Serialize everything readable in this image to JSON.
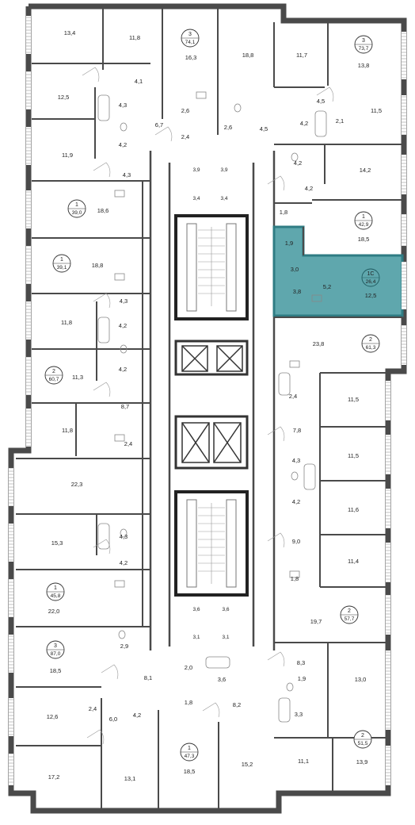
{
  "colors": {
    "wall": "#4a4a4a",
    "highlight": "#5fa7ad",
    "highlight_stroke": "#2f7c83",
    "badge_stroke": "#333333",
    "fixture": "#888888",
    "elevator": "#333333"
  },
  "icons": [
    "stair-icon",
    "elevator-icon",
    "door-swing-icon",
    "bathtub-icon",
    "sink-icon",
    "toilet-icon"
  ],
  "apartments": [
    {
      "rooms": "3",
      "area": "74,1"
    },
    {
      "rooms": "3",
      "area": "73,7"
    },
    {
      "rooms": "1",
      "area": "39,0"
    },
    {
      "rooms": "1",
      "area": "42,9"
    },
    {
      "rooms": "1",
      "area": "39,1"
    },
    {
      "rooms": "1С",
      "area": "26,4",
      "highlighted": true
    },
    {
      "rooms": "2",
      "area": "61,3"
    },
    {
      "rooms": "2",
      "area": "60,7"
    },
    {
      "rooms": "1",
      "area": "45,8"
    },
    {
      "rooms": "2",
      "area": "57,7"
    },
    {
      "rooms": "3",
      "area": "87,0"
    },
    {
      "rooms": "2",
      "area": "51,5"
    },
    {
      "rooms": "1",
      "area": "47,3"
    }
  ],
  "rooms": [
    "13,4",
    "11,8",
    "16,3",
    "18,8",
    "11,7",
    "13,8",
    "4,1",
    "12,5",
    "4,5",
    "11,5",
    "4,3",
    "2,6",
    "2,6",
    "4,2",
    "2,1",
    "6,7",
    "4,2",
    "2,4",
    "4,5",
    "11,9",
    "4,2",
    "14,2",
    "4,3",
    "3,9",
    "3,9",
    "4,2",
    "3,4",
    "3,4",
    "18,6",
    "1,8",
    "18,5",
    "1,9",
    "18,8",
    "3,0",
    "5,2",
    "12,5",
    "3,8",
    "4,3",
    "11,8",
    "4,2",
    "23,8",
    "4,2",
    "11,3",
    "2,4",
    "11,5",
    "8,7",
    "7,8",
    "11,8",
    "2,4",
    "11,5",
    "22,3",
    "4,3",
    "4,2",
    "11,6",
    "15,3",
    "4,3",
    "9,0",
    "11,4",
    "4,2",
    "1,8",
    "22,0",
    "3,6",
    "3,6",
    "19,7",
    "3,1",
    "3,1",
    "18,5",
    "2,9",
    "8,3",
    "8,1",
    "2,0",
    "13,0",
    "3,6",
    "1,9",
    "1,8",
    "8,2",
    "12,6",
    "2,4",
    "6,0",
    "4,2",
    "3,3",
    "11,1",
    "13,9",
    "17,2",
    "13,1",
    "18,5",
    "15,2"
  ]
}
